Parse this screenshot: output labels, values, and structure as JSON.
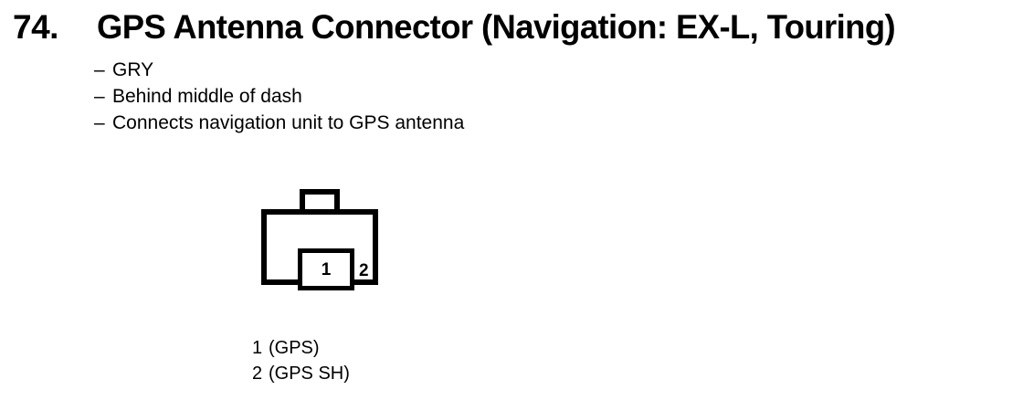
{
  "page": {
    "background_color": "#ffffff",
    "ink_color": "#000000"
  },
  "header": {
    "item_number": "74.",
    "title": "GPS Antenna Connector (Navigation: EX-L, Touring)"
  },
  "specs": {
    "dash": "–",
    "items": [
      {
        "label": "GRY"
      },
      {
        "label": "Behind middle of dash"
      },
      {
        "label": "Connects navigation unit to GPS antenna"
      }
    ]
  },
  "connector": {
    "name": "two-pin-connector",
    "pins": [
      {
        "number": "1"
      },
      {
        "number": "2"
      }
    ]
  },
  "pin_legend": [
    {
      "number": "1",
      "name": "(GPS)"
    },
    {
      "number": "2",
      "name": "(GPS SH)"
    }
  ]
}
